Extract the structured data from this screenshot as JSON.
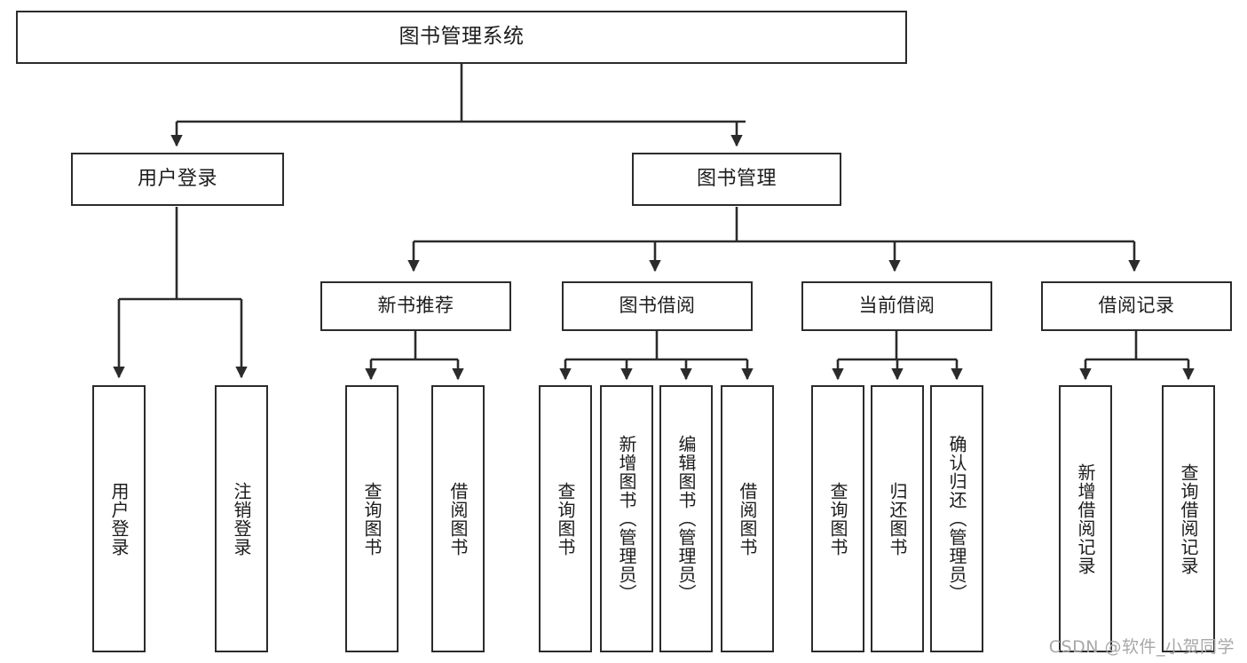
{
  "diagram": {
    "type": "tree-hierarchy-flowchart",
    "title": "图书管理系统",
    "background_color": "#ffffff",
    "node_border_color": "#2b2b2b",
    "node_fill_color": "#ffffff",
    "edge_color": "#2b2b2b",
    "watermark": "CSDN @软件_小贺同学"
  },
  "nodes": {
    "root": {
      "label": "图书管理系统"
    },
    "level1": [
      {
        "id": "user-login",
        "label": "用户登录"
      },
      {
        "id": "book-management",
        "label": "图书管理"
      }
    ],
    "level2": [
      {
        "id": "new-book-recommend",
        "label": "新书推荐"
      },
      {
        "id": "book-borrow",
        "label": "图书借阅"
      },
      {
        "id": "current-borrow",
        "label": "当前借阅"
      },
      {
        "id": "borrow-record",
        "label": "借阅记录"
      }
    ],
    "leaves": {
      "user_login": [
        {
          "id": "leaf-user-login",
          "label": "用户登录"
        },
        {
          "id": "leaf-logout-login",
          "label": "注销登录"
        }
      ],
      "new_book_recommend": [
        {
          "id": "leaf-query-book-1",
          "label": "查询图书"
        },
        {
          "id": "leaf-borrow-book-1",
          "label": "借阅图书"
        }
      ],
      "book_borrow": [
        {
          "id": "leaf-query-book-2",
          "label": "查询图书"
        },
        {
          "id": "leaf-add-book",
          "label": "新增图书（管理员）"
        },
        {
          "id": "leaf-edit-book",
          "label": "编辑图书（管理员）"
        },
        {
          "id": "leaf-borrow-book-2",
          "label": "借阅图书"
        }
      ],
      "current_borrow": [
        {
          "id": "leaf-query-book-3",
          "label": "查询图书"
        },
        {
          "id": "leaf-return-book",
          "label": "归还图书"
        },
        {
          "id": "leaf-confirm-return",
          "label": "确认归还（管理员）"
        }
      ],
      "borrow_record": [
        {
          "id": "leaf-add-record",
          "label": "新增借阅记录"
        },
        {
          "id": "leaf-query-record",
          "label": "查询借阅记录"
        }
      ]
    }
  }
}
